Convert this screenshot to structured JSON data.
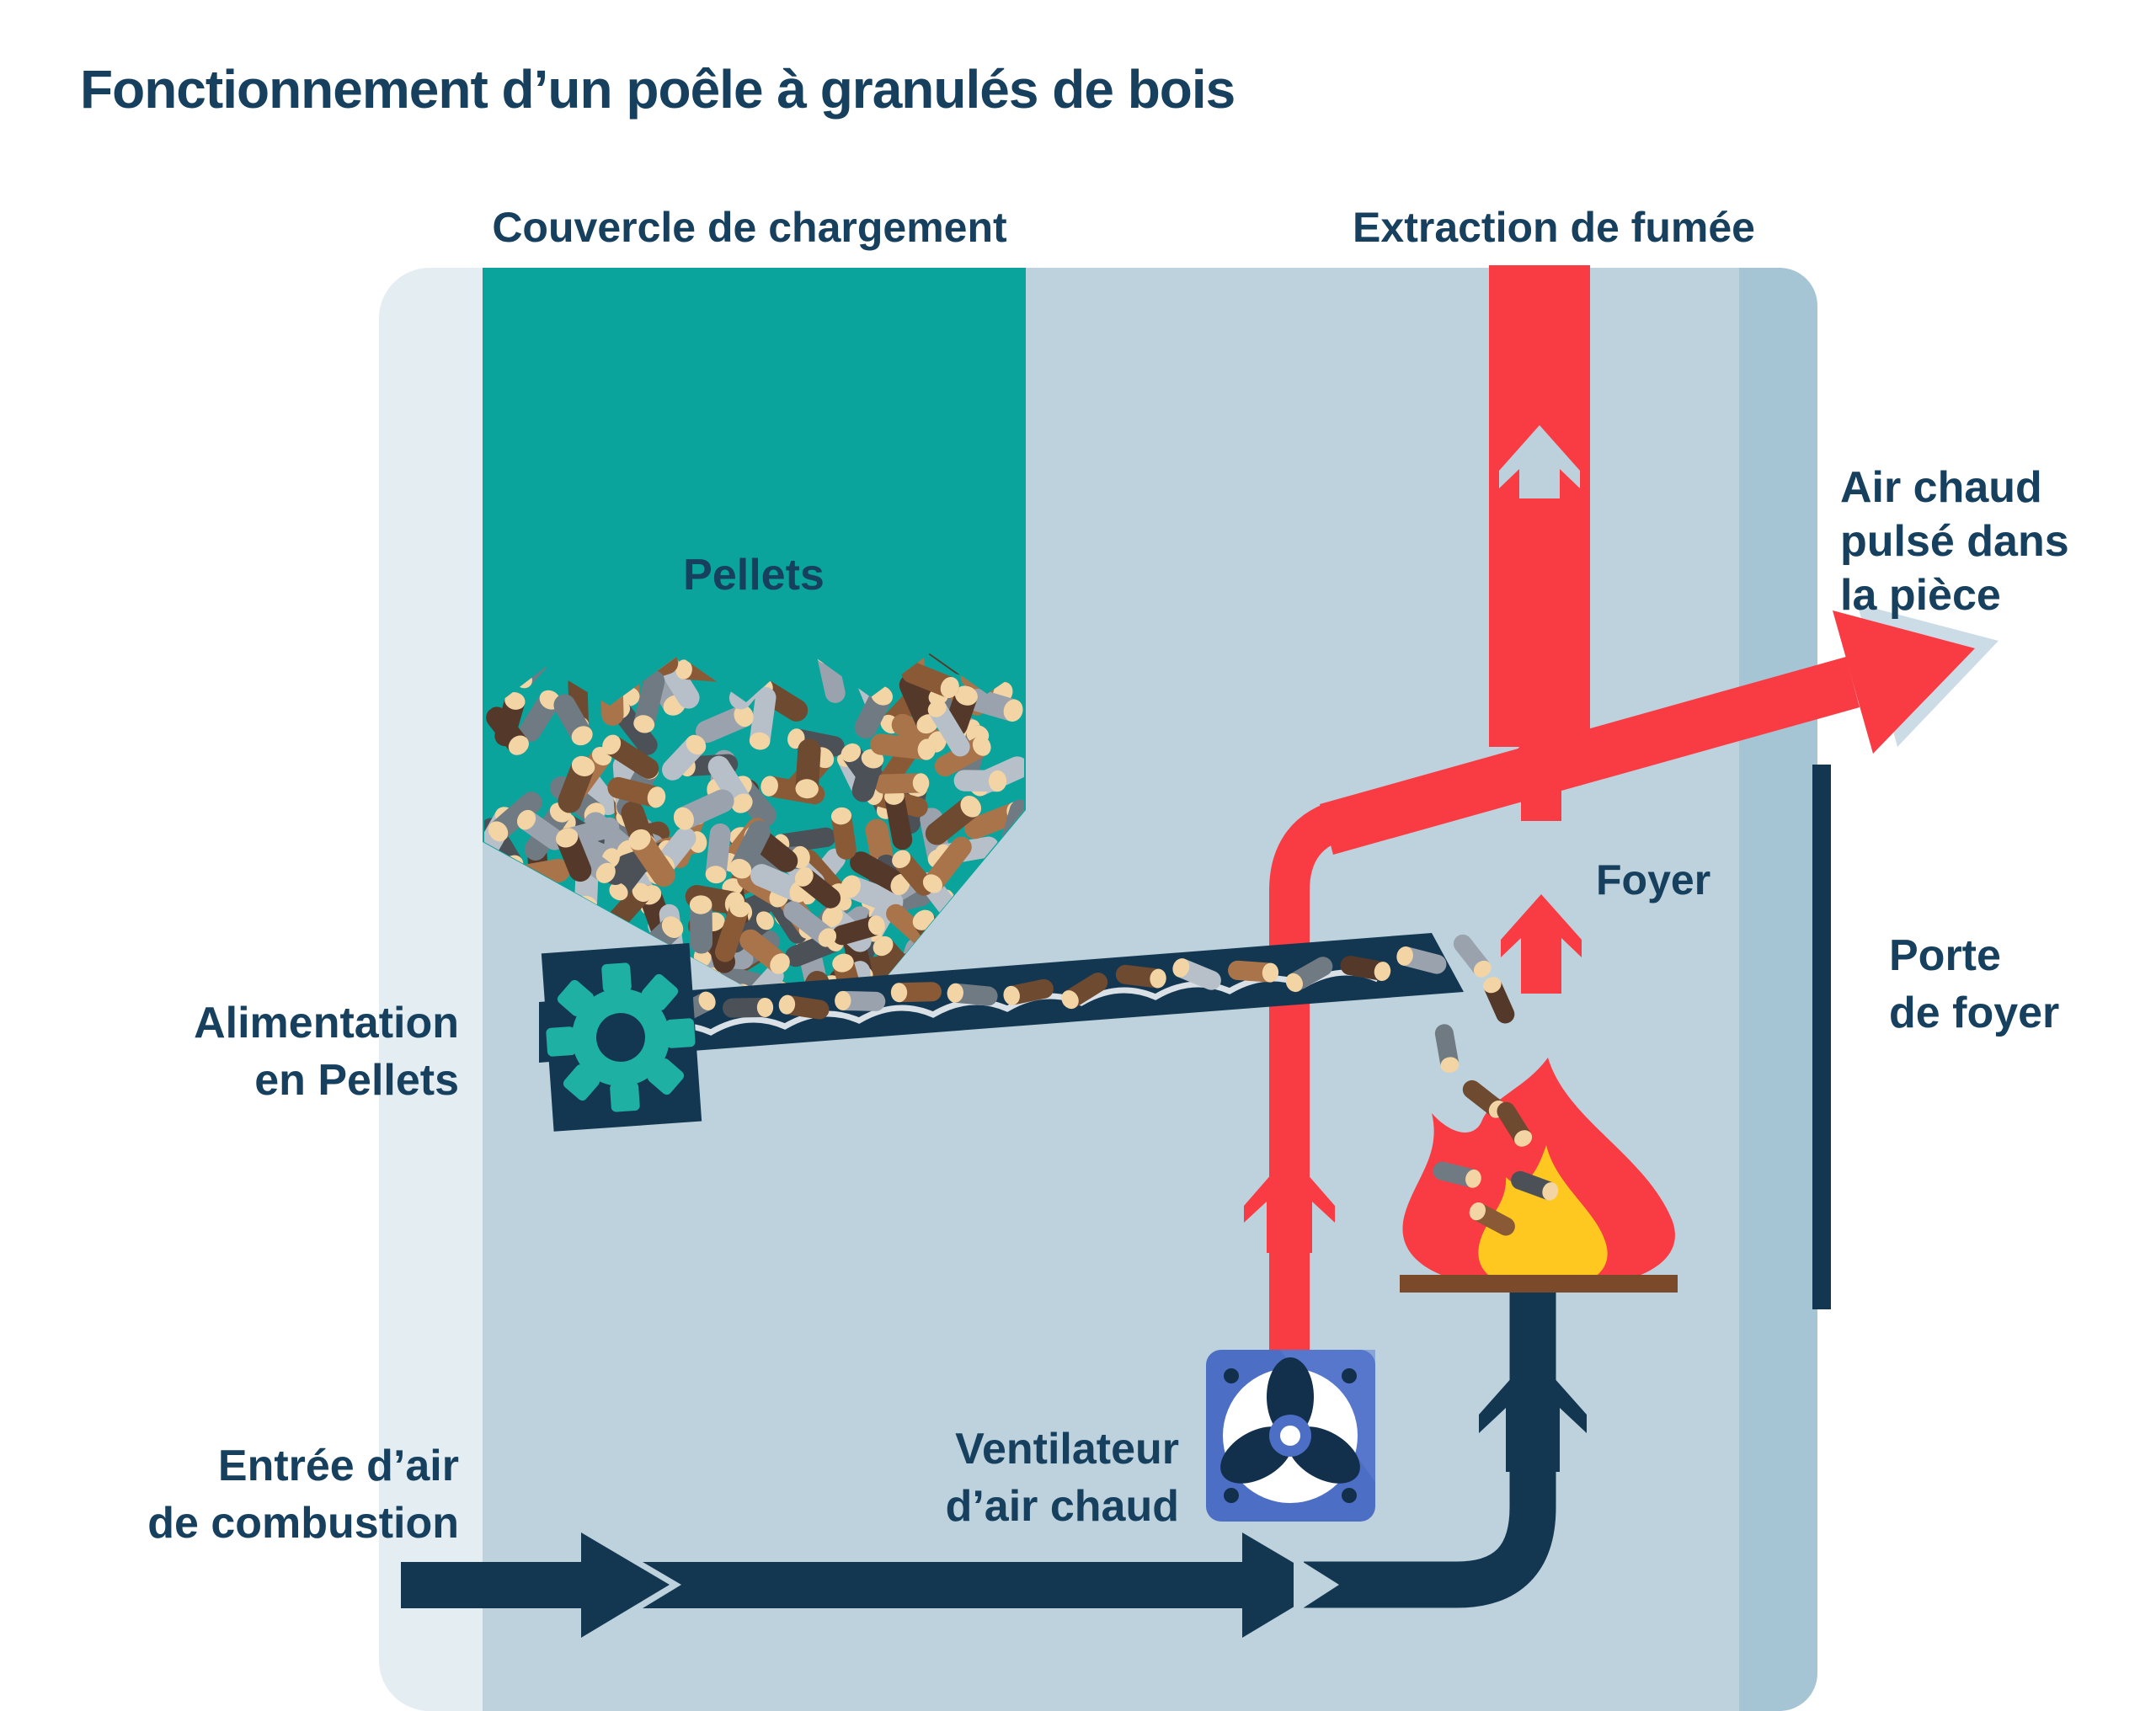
{
  "title": "Fonctionnement d’un poêle à granulés de bois",
  "labels": {
    "hopper_lid": "Couvercle de chargement",
    "smoke_extraction": "Extraction de fumée",
    "pellets": "Pellets",
    "hot_air_room": [
      "Air chaud",
      "pulsé dans",
      "la pièce"
    ],
    "hearth": "Foyer",
    "hearth_door": [
      "Porte",
      "de foyer"
    ],
    "pellet_feed": [
      "Alimentation",
      "en Pellets"
    ],
    "hot_air_fan": [
      "Ventilateur",
      "d’air chaud"
    ],
    "combustion_air": [
      "Entrée d’air",
      "de combustion"
    ]
  },
  "colors": {
    "text_navy": "#16405e",
    "navy_shape": "#143751",
    "red": "#f93b43",
    "teal": "#0ba49c",
    "gear_teal": "#1fb0a4",
    "body": "#bdd2dd",
    "body_left": "#e3edf2",
    "body_right": "#a6c5d4",
    "pale_arrow": "#bdd1dc",
    "pale_chevron": "#ccdce6",
    "fan_blue": "#4c6ec5",
    "fan_blue_light": "#5f7fd2",
    "fan_white": "#ffffff",
    "flame_yellow": "#fec821",
    "platform_brown": "#7a4a2b",
    "screw_white": "#eef3f6",
    "pellet_cap": "#f3d4a4",
    "pellet_bodies": [
      "#a9744a",
      "#8a5a36",
      "#6e4a30",
      "#54392a",
      "#9aa3ad",
      "#707a82",
      "#4c5157",
      "#b7c0c8"
    ]
  }
}
